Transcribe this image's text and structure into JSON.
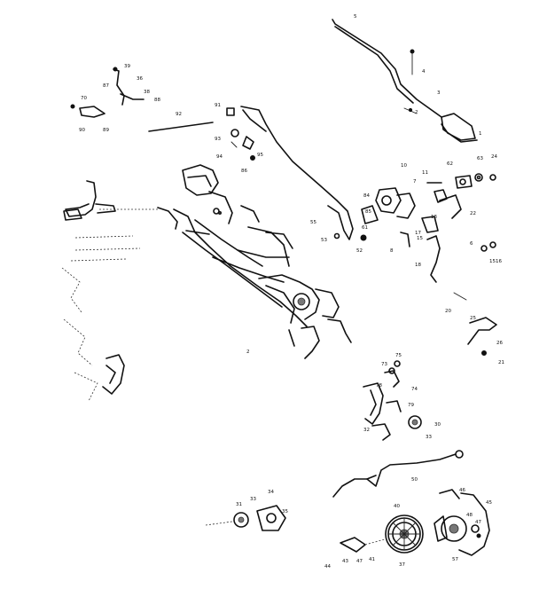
{
  "diagram": {
    "labels": [
      {
        "id": "c1",
        "text": "5"
      },
      {
        "id": "c2",
        "text": "4"
      },
      {
        "id": "c3",
        "text": "3"
      },
      {
        "id": "c4",
        "text": "1"
      },
      {
        "id": "c5",
        "text": "2"
      },
      {
        "id": "c6",
        "text": "39"
      },
      {
        "id": "c7",
        "text": "87"
      },
      {
        "id": "c8",
        "text": "36"
      },
      {
        "id": "c9",
        "text": "38"
      },
      {
        "id": "c10",
        "text": "88"
      },
      {
        "id": "c11",
        "text": "70"
      },
      {
        "id": "c12",
        "text": "92"
      },
      {
        "id": "c13",
        "text": "90"
      },
      {
        "id": "c14",
        "text": "89"
      },
      {
        "id": "c15",
        "text": "91"
      },
      {
        "id": "c16",
        "text": "93"
      },
      {
        "id": "c17",
        "text": "94"
      },
      {
        "id": "c18",
        "text": "86"
      },
      {
        "id": "c19",
        "text": "95"
      },
      {
        "id": "c20",
        "text": "10"
      },
      {
        "id": "c21",
        "text": "11"
      },
      {
        "id": "c22",
        "text": "62"
      },
      {
        "id": "c23",
        "text": "63"
      },
      {
        "id": "c24",
        "text": "24"
      },
      {
        "id": "c25",
        "text": "7"
      },
      {
        "id": "c26",
        "text": "84"
      },
      {
        "id": "c27",
        "text": "85"
      },
      {
        "id": "c28",
        "text": "22"
      },
      {
        "id": "c29",
        "text": "13"
      },
      {
        "id": "c30",
        "text": "17"
      },
      {
        "id": "c31",
        "text": "53"
      },
      {
        "id": "c32",
        "text": "55"
      },
      {
        "id": "c33",
        "text": "52"
      },
      {
        "id": "c34",
        "text": "61"
      },
      {
        "id": "c35",
        "text": "15"
      },
      {
        "id": "c36",
        "text": "18"
      },
      {
        "id": "c37",
        "text": "8"
      },
      {
        "id": "c38",
        "text": "6"
      },
      {
        "id": "c39",
        "text": "1516"
      },
      {
        "id": "c40",
        "text": "20"
      },
      {
        "id": "c41",
        "text": "26"
      },
      {
        "id": "c42",
        "text": "21"
      },
      {
        "id": "c43",
        "text": "25"
      },
      {
        "id": "c44",
        "text": "2"
      },
      {
        "id": "c45",
        "text": "75"
      },
      {
        "id": "c46",
        "text": "73"
      },
      {
        "id": "c47",
        "text": "74"
      },
      {
        "id": "c48",
        "text": "78"
      },
      {
        "id": "c49",
        "text": "32"
      },
      {
        "id": "c50",
        "text": "79"
      },
      {
        "id": "c51",
        "text": "30"
      },
      {
        "id": "c52",
        "text": "33"
      },
      {
        "id": "c53",
        "text": "50"
      },
      {
        "id": "c54",
        "text": "31"
      },
      {
        "id": "c55",
        "text": "33"
      },
      {
        "id": "c56",
        "text": "34"
      },
      {
        "id": "c57",
        "text": "35"
      },
      {
        "id": "c58",
        "text": "40"
      },
      {
        "id": "c59",
        "text": "46"
      },
      {
        "id": "c60",
        "text": "45"
      },
      {
        "id": "c61",
        "text": "48"
      },
      {
        "id": "c62",
        "text": "47"
      },
      {
        "id": "c63",
        "text": "37"
      },
      {
        "id": "c64",
        "text": "44"
      },
      {
        "id": "c65",
        "text": "43"
      },
      {
        "id": "c66",
        "text": "47"
      },
      {
        "id": "c67",
        "text": "41"
      },
      {
        "id": "c68",
        "text": "57"
      }
    ]
  }
}
